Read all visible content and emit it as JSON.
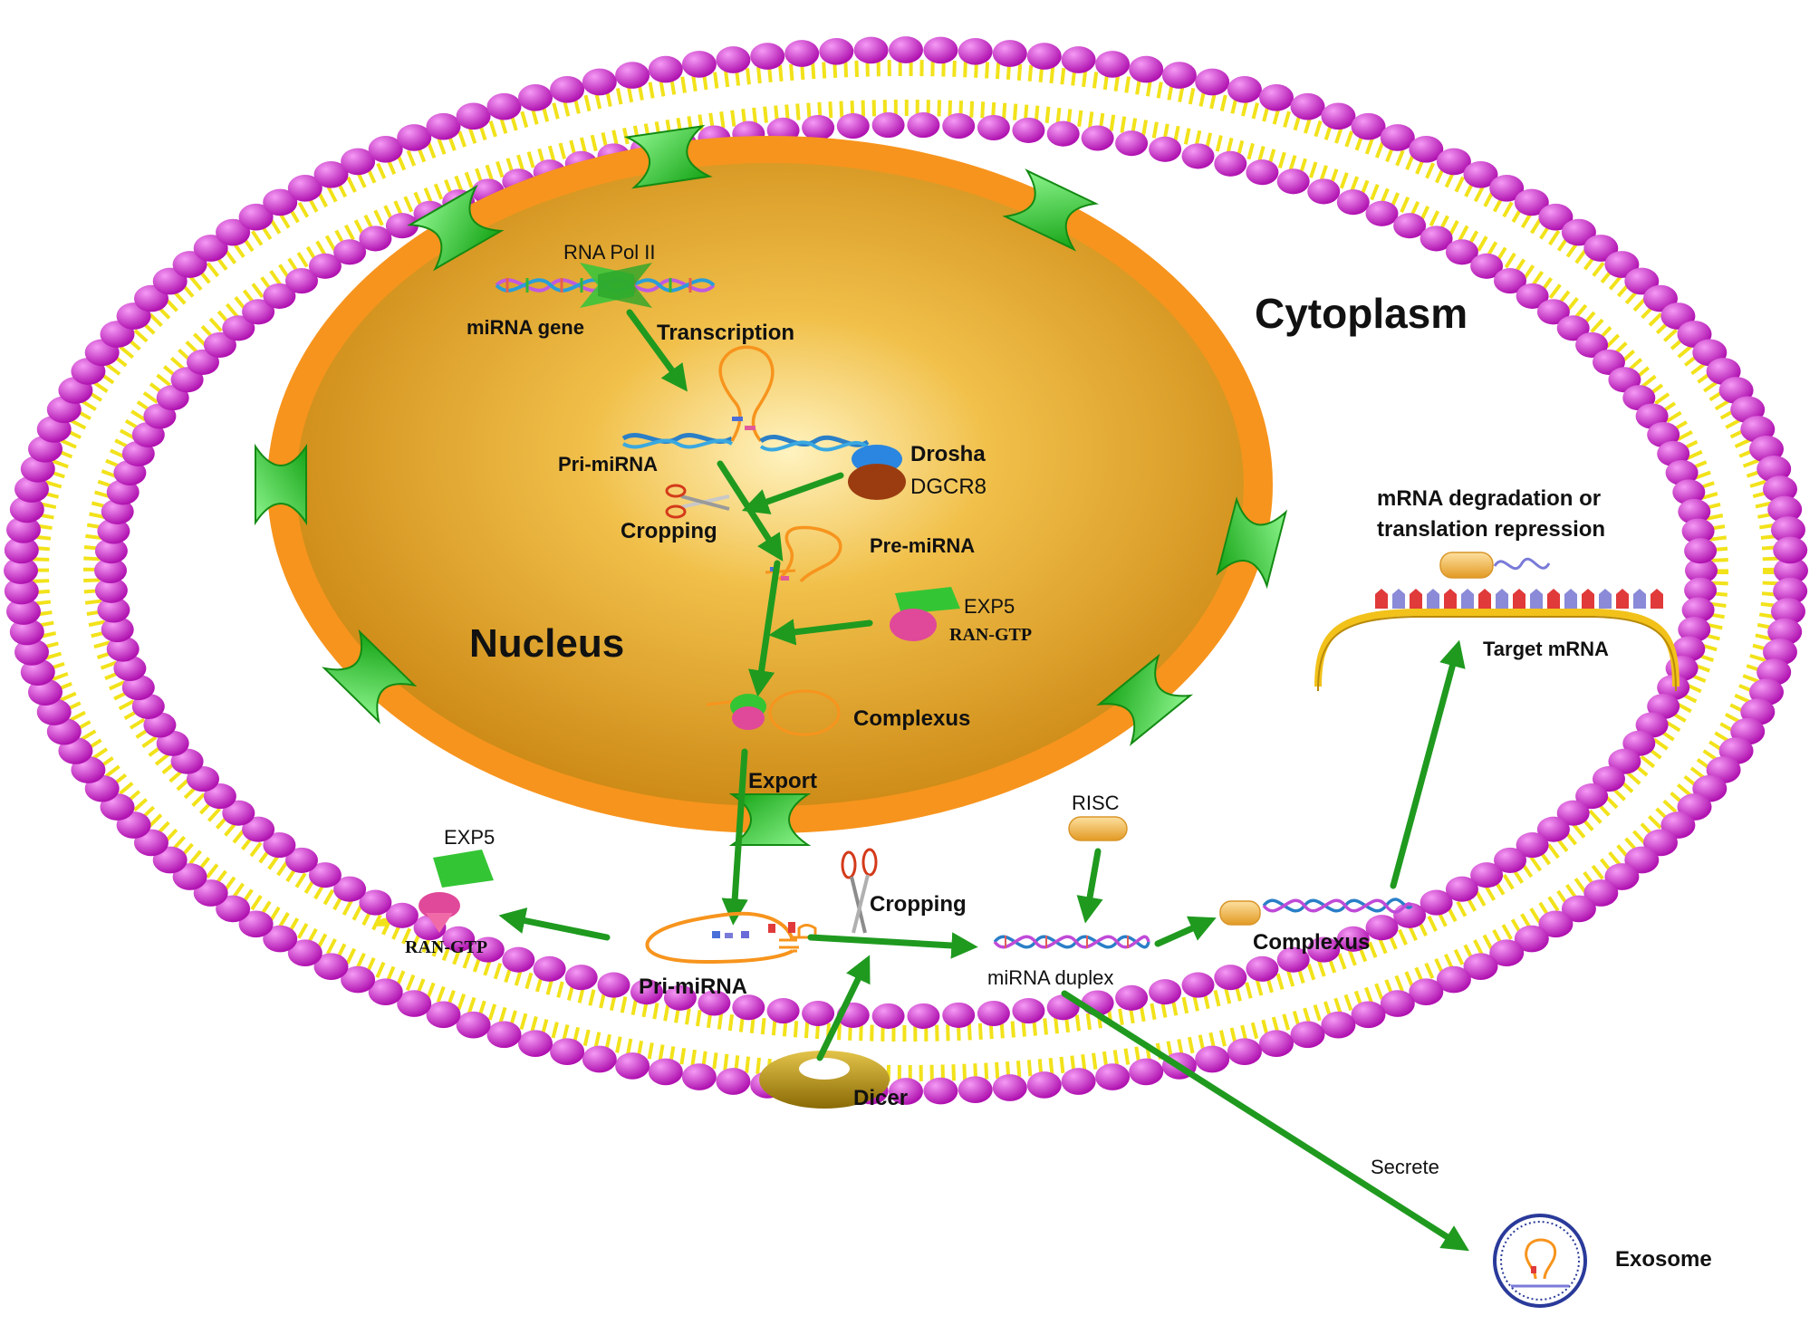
{
  "labels": {
    "cytoplasm": "Cytoplasm",
    "nucleus": "Nucleus",
    "rna_pol": "RNA Pol II",
    "mirna_gene": "miRNA gene",
    "transcription": "Transcription",
    "pri_mirna_nuc": "Pri-miRNA",
    "drosha": "Drosha",
    "dgcr8": "DGCR8",
    "cropping_nuc": "Cropping",
    "pre_mirna": "Pre-miRNA",
    "exp5_nuc": "EXP5",
    "ran_gtp_nuc": "RAN-GTP",
    "complexus_nuc": "Complexus",
    "export": "Export",
    "exp5_cyto": "EXP5",
    "ran_gtp_cyto": "RAN-GTP",
    "pri_mirna_cyto": "Pri-miRNA",
    "cropping_cyto": "Cropping",
    "dicer": "Dicer",
    "risc": "RISC",
    "mirna_duplex": "miRNA duplex",
    "complexus_cyto": "Complexus",
    "mrna_effect_line1": "mRNA degradation or",
    "mrna_effect_line2": "translation repression",
    "target_mrna": "Target mRNA",
    "secrete": "Secrete",
    "exosome": "Exosome"
  },
  "colors": {
    "arrow": "#1f9a1f",
    "lipid_head": "#cc22cc",
    "lipid_tail": "#f2e21a",
    "nuclear_envelope": "#f7941d",
    "nucleoplasm": "#e7a526",
    "pore": "#2fcc2f",
    "dicer": "#b8961a",
    "risc": "#f5b547"
  },
  "icons": [
    "dna-helix-icon",
    "scissors-icon",
    "hairpin-rna-icon",
    "exosome-icon"
  ]
}
